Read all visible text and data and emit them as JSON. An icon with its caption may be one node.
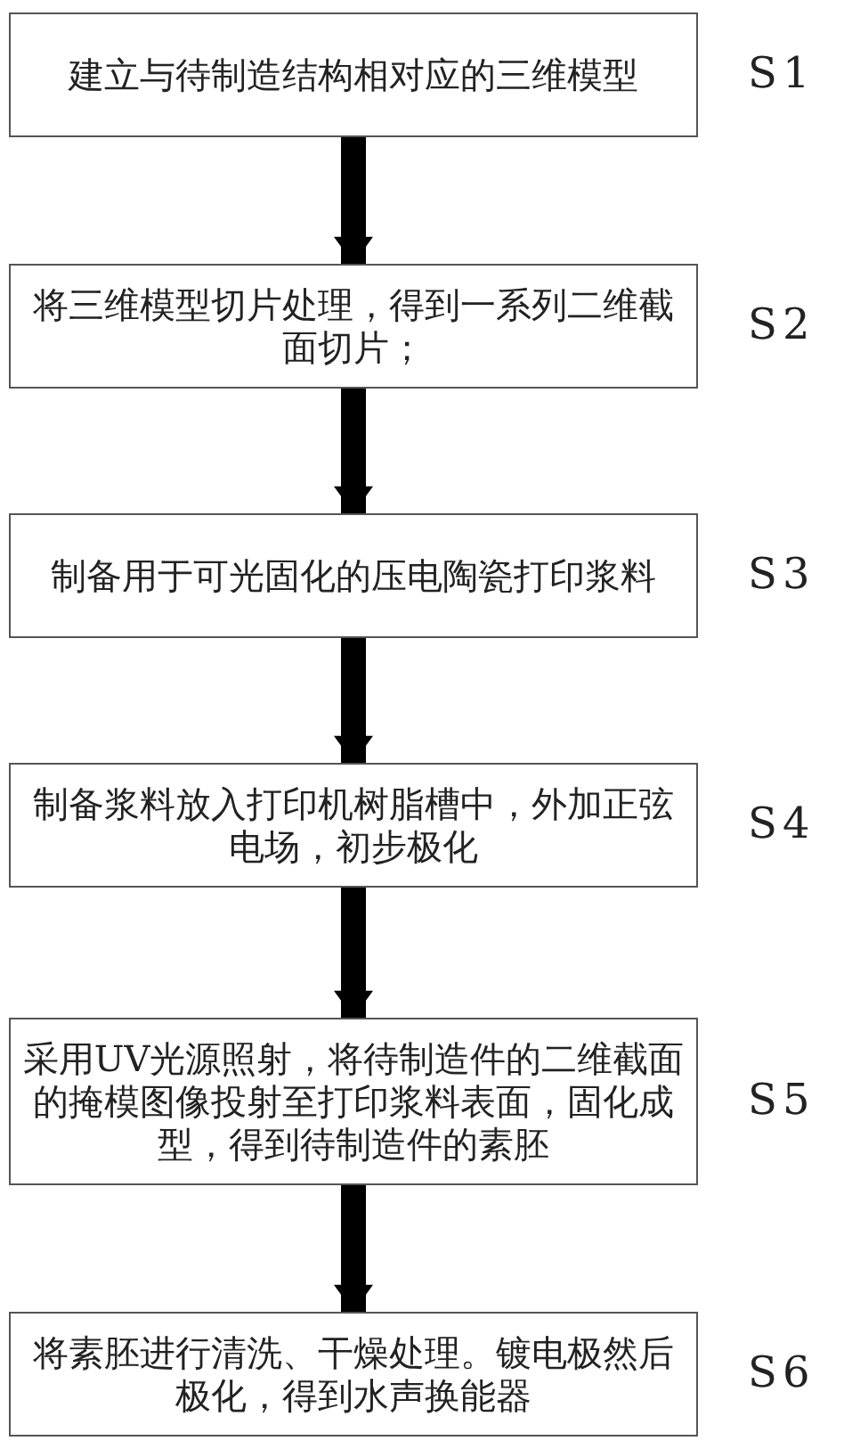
{
  "diagram": {
    "nodes": [
      {
        "text": [
          "建立与待制造结构相对应的三维模型"
        ],
        "beside": [
          "S1"
        ]
      },
      {
        "text": [
          "将三维模型切片处理，得到一系列二维截面切片；"
        ],
        "beside": [
          "S2"
        ]
      },
      {
        "text": [
          "制备用于可光固化的压电陶瓷打印浆料"
        ],
        "beside": [
          "S3"
        ]
      },
      {
        "text": [
          "制备浆料放入打印机树脂槽中，外加正弦电场，初步极化"
        ],
        "beside": [
          "S4"
        ]
      },
      {
        "text": [
          "采用UV光源照射，将待制造件的二维截面的掩模图像投射至打印浆料表面，固化成型，得到待制造件的素胚"
        ],
        "beside": [
          "S5"
        ]
      },
      {
        "text": [
          "将素胚进行清洗、干燥处理。镀电极然后极化，得到水声换能器"
        ],
        "beside": [
          "S6"
        ]
      }
    ],
    "edges": [
      {
        "from": 0,
        "to": 1,
        "arrow": "to"
      },
      {
        "from": 1,
        "to": 2,
        "arrow": "to"
      },
      {
        "from": 2,
        "to": 3,
        "arrow": "to"
      },
      {
        "from": 3,
        "to": 4,
        "arrow": "to"
      },
      {
        "from": 4,
        "to": 5,
        "arrow": "to"
      }
    ]
  }
}
